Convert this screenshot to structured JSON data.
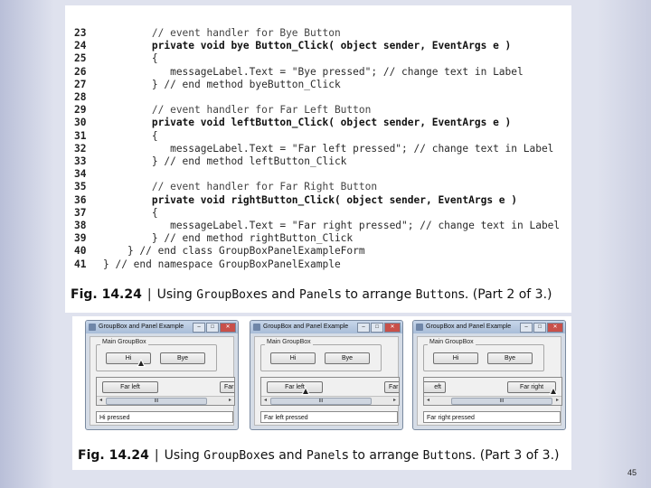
{
  "code_lines": [
    {
      "num": "23",
      "text": "        // event handler for Bye Button",
      "kind": "cmt"
    },
    {
      "num": "24",
      "text": "        private void bye Button_Click( object sender, EventArgs e )",
      "kind": "kw"
    },
    {
      "num": "25",
      "text": "        {",
      "kind": "plain"
    },
    {
      "num": "26",
      "text": "           messageLabel.Text = \"Bye pressed\"; // change text in Label",
      "kind": "plain"
    },
    {
      "num": "27",
      "text": "        } // end method byeButton_Click",
      "kind": "plain"
    },
    {
      "num": "28",
      "text": "",
      "kind": "plain"
    },
    {
      "num": "29",
      "text": "        // event handler for Far Left Button",
      "kind": "cmt"
    },
    {
      "num": "30",
      "text": "        private void leftButton_Click( object sender, EventArgs e )",
      "kind": "kw"
    },
    {
      "num": "31",
      "text": "        {",
      "kind": "plain"
    },
    {
      "num": "32",
      "text": "           messageLabel.Text = \"Far left pressed\"; // change text in Label",
      "kind": "plain"
    },
    {
      "num": "33",
      "text": "        } // end method leftButton_Click",
      "kind": "plain"
    },
    {
      "num": "34",
      "text": "",
      "kind": "plain"
    },
    {
      "num": "35",
      "text": "        // event handler for Far Right Button",
      "kind": "cmt"
    },
    {
      "num": "36",
      "text": "        private void rightButton_Click( object sender, EventArgs e )",
      "kind": "kw"
    },
    {
      "num": "37",
      "text": "        {",
      "kind": "plain"
    },
    {
      "num": "38",
      "text": "           messageLabel.Text = \"Far right pressed\"; // change text in Label",
      "kind": "plain"
    },
    {
      "num": "39",
      "text": "        } // end method rightButton_Click",
      "kind": "plain"
    },
    {
      "num": "40",
      "text": "    } // end class GroupBoxPanelExampleForm",
      "kind": "plain"
    },
    {
      "num": "41",
      "text": "} // end namespace GroupBoxPanelExample",
      "kind": "plain"
    }
  ],
  "caption1": {
    "fig": "Fig. 14.24",
    "sep": "|",
    "pre": "Using ",
    "mono1": "GroupBox",
    "mid1": "es and ",
    "mono2": "Panel",
    "mid2": "s to arrange ",
    "mono3": "Button",
    "post": "s. (Part 2 of 3.)"
  },
  "caption2": {
    "fig": "Fig. 14.24",
    "sep": "|",
    "pre": "Using ",
    "mono1": "GroupBox",
    "mid1": "es and ",
    "mono2": "Panel",
    "mid2": "s to arrange ",
    "mono3": "Button",
    "post": "s. (Part 3 of 3.)"
  },
  "window": {
    "title": "GroupBox and Panel Example",
    "groupbox_label": "Main GroupBox",
    "hi_label": "Hi",
    "bye_label": "Bye",
    "far_left_label": "Far left",
    "far_right_label": "Far right",
    "far_right_partial": "Far",
    "far_left_partial": "eft",
    "scroll_thumb": "III"
  },
  "messages": [
    "Hi pressed",
    "Far left pressed",
    "Far right pressed"
  ],
  "page_number": "45"
}
